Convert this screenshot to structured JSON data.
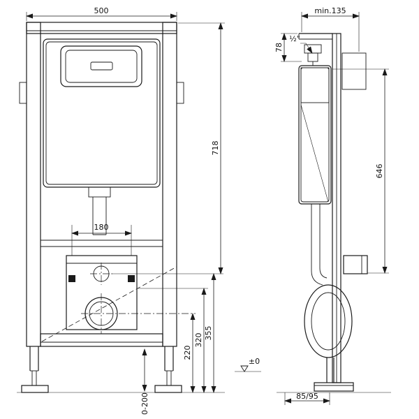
{
  "drawing": {
    "front": {
      "frame_width": "500",
      "bolt_spacing": "180",
      "upper_height": "718",
      "level_355": "355",
      "level_320": "320",
      "level_220": "220",
      "foot_adjust_range": "0-200"
    },
    "side": {
      "min_depth": "min.135",
      "inlet_offset": "78",
      "inlet_size": "½\"",
      "cistern_height": "646",
      "outlet_depth": "85/95",
      "floor_datum": "±0"
    }
  }
}
